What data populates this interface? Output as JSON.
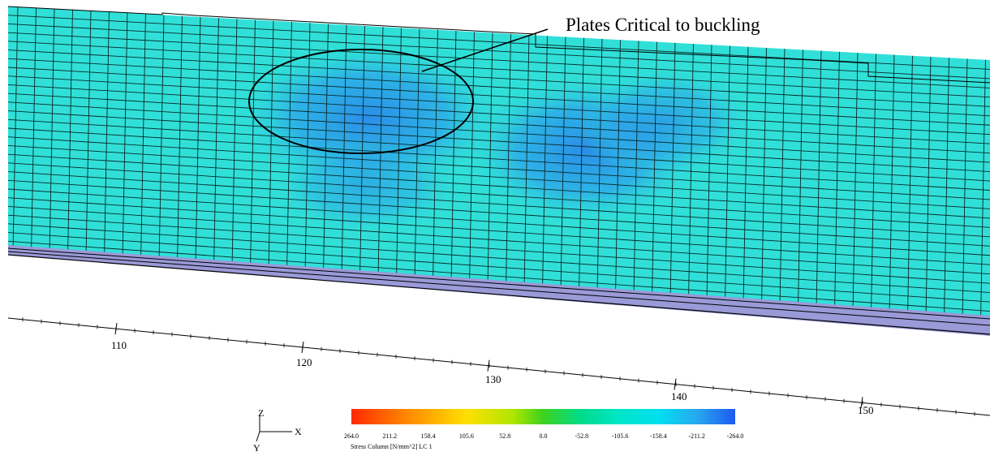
{
  "annotation": {
    "callout_text": "Plates Critical to buckling"
  },
  "axis": {
    "tick_labels": [
      "110",
      "120",
      "130",
      "140",
      "150"
    ]
  },
  "triad": {
    "z_label": "Z",
    "x_label": "X",
    "y_label": "Y"
  },
  "legend": {
    "caption": "Stress Column [N/mm^2] LC 1",
    "values": [
      "264.0",
      "211.2",
      "158.4",
      "105.6",
      "52.8",
      "0.0",
      "-52.8",
      "-105.6",
      "-158.4",
      "-211.2",
      "-264.0"
    ],
    "colors": [
      "#ff2a00",
      "#ff8c00",
      "#ffd200",
      "#dcf000",
      "#8ce000",
      "#3cd21e",
      "#00dc8c",
      "#00e6c8",
      "#00e0f0",
      "#28a8f0",
      "#1e5af0"
    ]
  },
  "colors": {
    "plate_base": "#30e0d8",
    "plate_stressed": "#2c98e8",
    "mesh_line": "#0a2a2a",
    "edge_band": "#9a9ad8"
  }
}
